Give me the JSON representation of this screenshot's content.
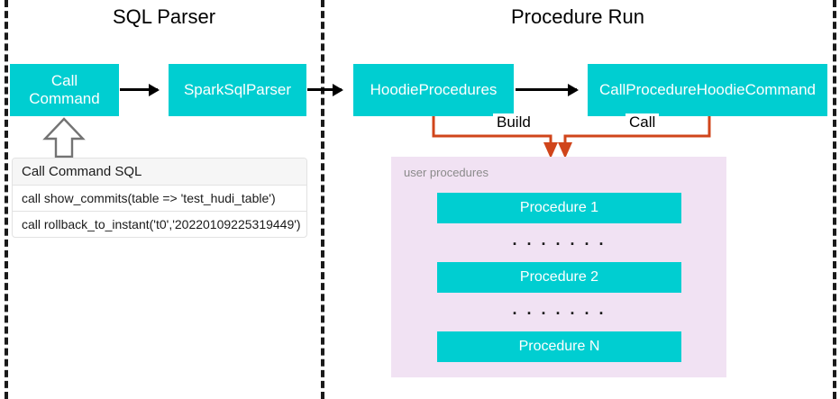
{
  "diagram": {
    "title_left": "SQL Parser",
    "title_right": "Procedure Run",
    "accent_teal": "#00CED1",
    "accent_orange": "#D0451B",
    "panel_lavender": "#f1e2f3"
  },
  "sql_parser": {
    "nodes": [
      {
        "id": "call-command",
        "label": "Call\nCommand"
      },
      {
        "id": "spark-sql-parser",
        "label": "SparkSqlParser"
      }
    ],
    "sql_table": {
      "header": "Call Command SQL",
      "rows": [
        "call show_commits(table => 'test_hudi_table')",
        "call rollback_to_instant('t0','20220109225319449')"
      ]
    }
  },
  "procedure_run": {
    "nodes": [
      {
        "id": "hoodie-procedures",
        "label": "HoodieProcedures"
      },
      {
        "id": "call-procedure-hoodie-command",
        "label": "CallProcedureHoodieCommand"
      }
    ],
    "edge_labels": {
      "build": "Build",
      "call": "Call"
    },
    "procedures_panel": {
      "caption": "user procedures",
      "items": [
        {
          "id": "procedure-1",
          "label": "Procedure 1"
        },
        {
          "id": "procedure-2",
          "label": "Procedure 2"
        },
        {
          "id": "procedure-n",
          "label": "Procedure N"
        }
      ],
      "ellipsis": ". . . . . . ."
    }
  }
}
